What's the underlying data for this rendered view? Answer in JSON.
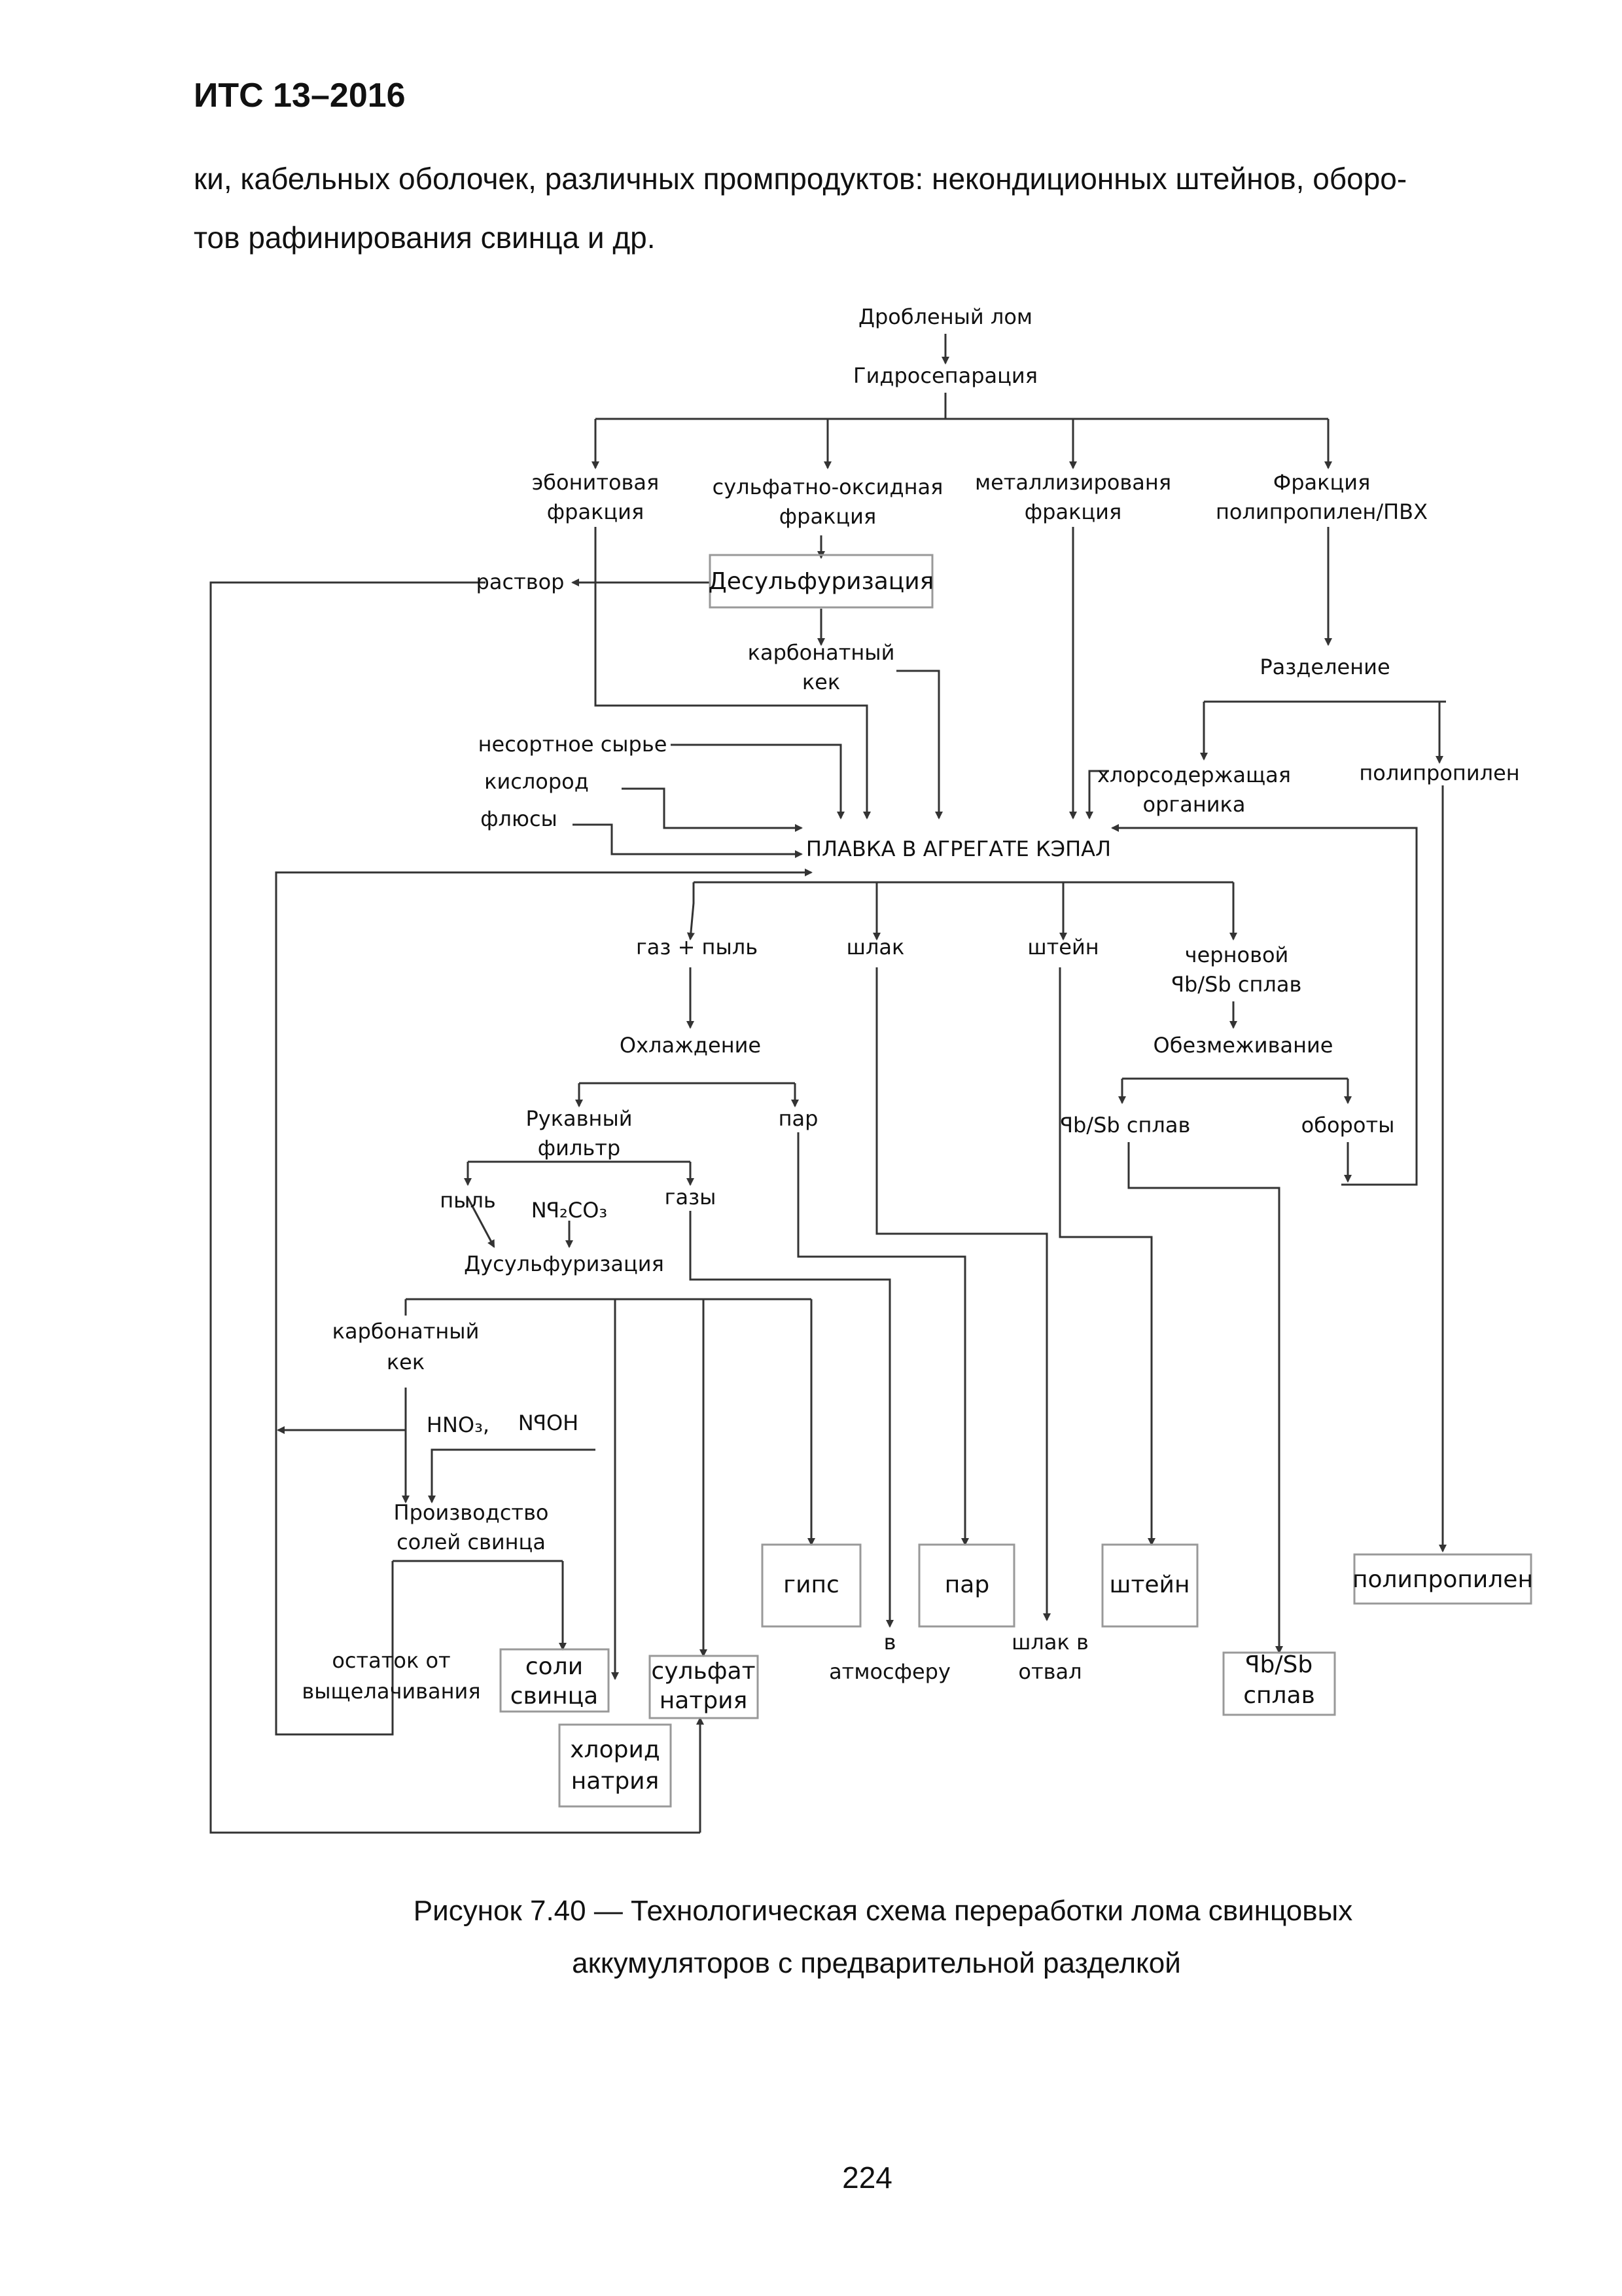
{
  "header": {
    "doc_id": "ИТС 13–2016"
  },
  "paragraph": {
    "line1": "ки, кабельных оболочек, различных промпродуктов: некондиционных штейнов, оборо-",
    "line2": "тов рафинирования свинца и др."
  },
  "diagram": {
    "nodes": {
      "crushed_scrap": "Дробленый лом",
      "hydroseparation": "Гидросепарация",
      "ebonite_1": "эбонитовая",
      "ebonite_2": "фракция",
      "sulfate_oxide_1": "сульфатно-оксидная",
      "sulfate_oxide_2": "фракция",
      "metallized_1": "металлизированя",
      "metallized_2": "фракция",
      "pp_pvc_1": "Фракция",
      "pp_pvc_2": "полипропилен/ПВХ",
      "solution": "раствор",
      "desulfurization_box": "Десульфуризация",
      "carbonate_cake_1": "карбонатный",
      "carbonate_cake_2": "кек",
      "separation": "Разделение",
      "offgrade_raw": "несортное сырье",
      "oxygen": "кислород",
      "fluxes": "флюсы",
      "chlorine_organics_1": "хлорсодержащая",
      "chlorine_organics_2": "органика",
      "polypropylene_top": "полипропилен",
      "smelting": "ПЛАВКА В АГРЕГАТЕ КЭПАЛ",
      "gas_dust": "газ + пыль",
      "slag": "шлак",
      "matte": "штейн",
      "crude_alloy_1": "черновой",
      "crude_alloy_2": "ꟼb/Sb сплав",
      "cooling": "Охлаждение",
      "decoppering": "Обезмеживание",
      "bag_filter_1": "Рукавный",
      "bag_filter_2": "фильтр",
      "steam": "пар",
      "pbsb_alloy": "ꟼb/Sb сплав",
      "returns": "обороты",
      "dust": "пыль",
      "na2co3": "Nꟼ₂CO₃",
      "gases": "газы",
      "desulf2": "Дусульфуризация",
      "carbonate_cake2_1": "карбонатный",
      "carbonate_cake2_2": "кек",
      "hno3": "HNO₃,",
      "naoh": "NꟼOH",
      "lead_salts_prod_1": "Производство",
      "lead_salts_prod_2": "солей свинца",
      "leach_residue_1": "остаток от",
      "leach_residue_2": "выщелачивания",
      "lead_salts_1": "соли",
      "lead_salts_2": "свинца",
      "sodium_sulfate_1": "сульфат",
      "sodium_sulfate_2": "натрия",
      "sodium_chloride_1": "хлорид",
      "sodium_chloride_2": "натрия",
      "gypsum": "гипс",
      "to_atm_1": "в",
      "to_atm_2": "атмосферу",
      "steam_out": "пар",
      "slag_dump_1": "шлак в",
      "slag_dump_2": "отвал",
      "matte_out": "штейн",
      "pbsb_out_1": "ꟼb/Sb",
      "pbsb_out_2": "сплав",
      "polypropylene_out": "полипропилен"
    }
  },
  "caption": {
    "line1": "Рисунок 7.40 — Технологическая схема переработки лома свинцовых",
    "line2": "аккумуляторов с предварительной разделкой"
  },
  "page_number": "224"
}
